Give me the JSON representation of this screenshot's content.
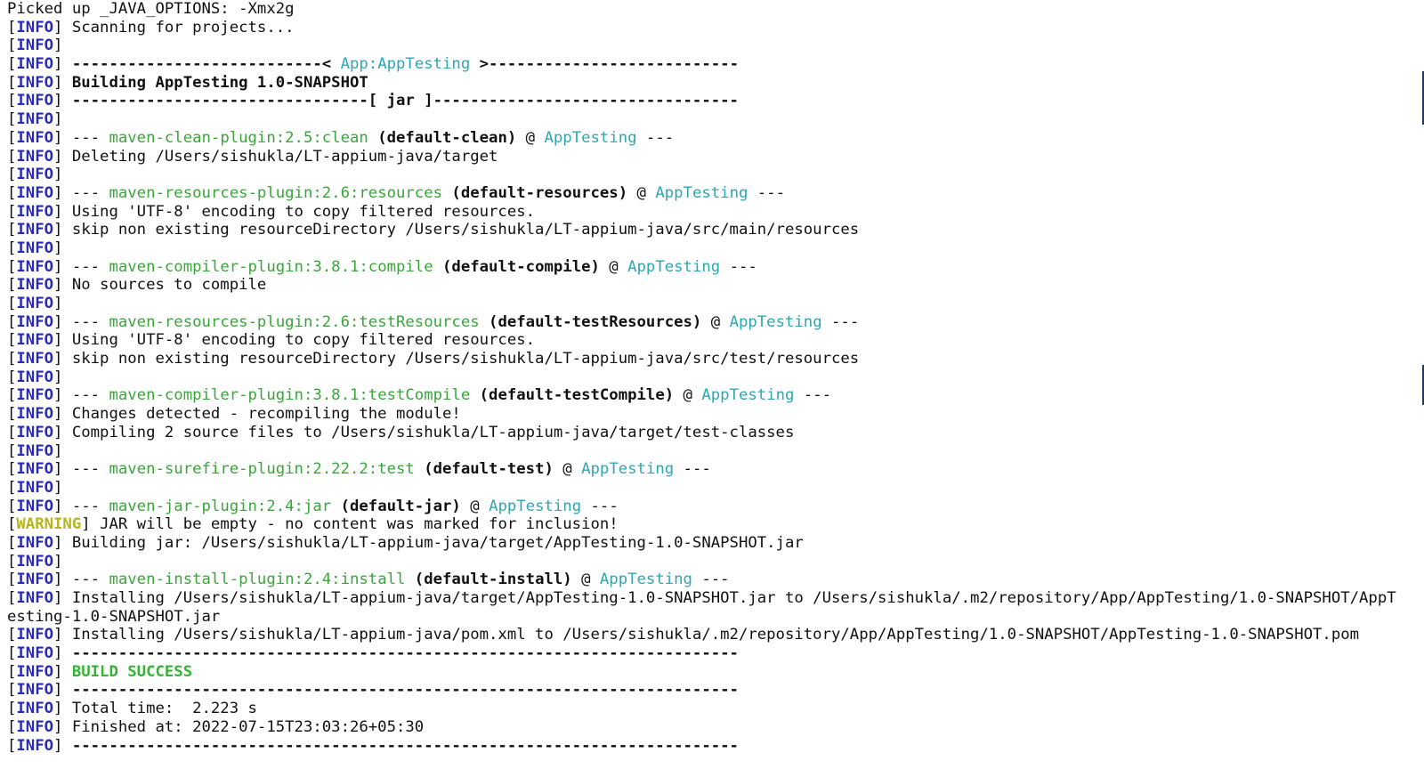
{
  "terminal": {
    "lines": [
      {
        "segs": [
          {
            "c": "plain",
            "t": "Picked up _JAVA_OPTIONS: -Xmx2g"
          }
        ]
      },
      {
        "segs": [
          {
            "c": "bracket",
            "t": "["
          },
          {
            "c": "tag-info",
            "t": "INFO"
          },
          {
            "c": "bracket",
            "t": "] "
          },
          {
            "c": "plain",
            "t": "Scanning for projects..."
          }
        ]
      },
      {
        "segs": [
          {
            "c": "bracket",
            "t": "["
          },
          {
            "c": "tag-info",
            "t": "INFO"
          },
          {
            "c": "bracket",
            "t": "]"
          }
        ]
      },
      {
        "segs": [
          {
            "c": "bracket",
            "t": "["
          },
          {
            "c": "tag-info",
            "t": "INFO"
          },
          {
            "c": "bracket",
            "t": "] "
          },
          {
            "c": "bold",
            "t": "---------------------------< "
          },
          {
            "c": "cyan",
            "t": "App:AppTesting"
          },
          {
            "c": "bold",
            "t": " >---------------------------"
          }
        ]
      },
      {
        "segs": [
          {
            "c": "bracket",
            "t": "["
          },
          {
            "c": "tag-info",
            "t": "INFO"
          },
          {
            "c": "bracket",
            "t": "] "
          },
          {
            "c": "bold",
            "t": "Building AppTesting 1.0-SNAPSHOT"
          }
        ]
      },
      {
        "segs": [
          {
            "c": "bracket",
            "t": "["
          },
          {
            "c": "tag-info",
            "t": "INFO"
          },
          {
            "c": "bracket",
            "t": "] "
          },
          {
            "c": "bold",
            "t": "--------------------------------[ jar ]---------------------------------"
          }
        ]
      },
      {
        "segs": [
          {
            "c": "bracket",
            "t": "["
          },
          {
            "c": "tag-info",
            "t": "INFO"
          },
          {
            "c": "bracket",
            "t": "]"
          }
        ]
      },
      {
        "segs": [
          {
            "c": "bracket",
            "t": "["
          },
          {
            "c": "tag-info",
            "t": "INFO"
          },
          {
            "c": "bracket",
            "t": "] "
          },
          {
            "c": "plain",
            "t": "--- "
          },
          {
            "c": "green",
            "t": "maven-clean-plugin:2.5:clean"
          },
          {
            "c": "bold",
            "t": " (default-clean)"
          },
          {
            "c": "plain",
            "t": " @ "
          },
          {
            "c": "cyan",
            "t": "AppTesting"
          },
          {
            "c": "plain",
            "t": " ---"
          }
        ]
      },
      {
        "segs": [
          {
            "c": "bracket",
            "t": "["
          },
          {
            "c": "tag-info",
            "t": "INFO"
          },
          {
            "c": "bracket",
            "t": "] "
          },
          {
            "c": "plain",
            "t": "Deleting /Users/sishukla/LT-appium-java/target"
          }
        ]
      },
      {
        "segs": [
          {
            "c": "bracket",
            "t": "["
          },
          {
            "c": "tag-info",
            "t": "INFO"
          },
          {
            "c": "bracket",
            "t": "]"
          }
        ]
      },
      {
        "segs": [
          {
            "c": "bracket",
            "t": "["
          },
          {
            "c": "tag-info",
            "t": "INFO"
          },
          {
            "c": "bracket",
            "t": "] "
          },
          {
            "c": "plain",
            "t": "--- "
          },
          {
            "c": "green",
            "t": "maven-resources-plugin:2.6:resources"
          },
          {
            "c": "bold",
            "t": " (default-resources)"
          },
          {
            "c": "plain",
            "t": " @ "
          },
          {
            "c": "cyan",
            "t": "AppTesting"
          },
          {
            "c": "plain",
            "t": " ---"
          }
        ]
      },
      {
        "segs": [
          {
            "c": "bracket",
            "t": "["
          },
          {
            "c": "tag-info",
            "t": "INFO"
          },
          {
            "c": "bracket",
            "t": "] "
          },
          {
            "c": "plain",
            "t": "Using 'UTF-8' encoding to copy filtered resources."
          }
        ]
      },
      {
        "segs": [
          {
            "c": "bracket",
            "t": "["
          },
          {
            "c": "tag-info",
            "t": "INFO"
          },
          {
            "c": "bracket",
            "t": "] "
          },
          {
            "c": "plain",
            "t": "skip non existing resourceDirectory /Users/sishukla/LT-appium-java/src/main/resources"
          }
        ]
      },
      {
        "segs": [
          {
            "c": "bracket",
            "t": "["
          },
          {
            "c": "tag-info",
            "t": "INFO"
          },
          {
            "c": "bracket",
            "t": "]"
          }
        ]
      },
      {
        "segs": [
          {
            "c": "bracket",
            "t": "["
          },
          {
            "c": "tag-info",
            "t": "INFO"
          },
          {
            "c": "bracket",
            "t": "] "
          },
          {
            "c": "plain",
            "t": "--- "
          },
          {
            "c": "green",
            "t": "maven-compiler-plugin:3.8.1:compile"
          },
          {
            "c": "bold",
            "t": " (default-compile)"
          },
          {
            "c": "plain",
            "t": " @ "
          },
          {
            "c": "cyan",
            "t": "AppTesting"
          },
          {
            "c": "plain",
            "t": " ---"
          }
        ]
      },
      {
        "segs": [
          {
            "c": "bracket",
            "t": "["
          },
          {
            "c": "tag-info",
            "t": "INFO"
          },
          {
            "c": "bracket",
            "t": "] "
          },
          {
            "c": "plain",
            "t": "No sources to compile"
          }
        ]
      },
      {
        "segs": [
          {
            "c": "bracket",
            "t": "["
          },
          {
            "c": "tag-info",
            "t": "INFO"
          },
          {
            "c": "bracket",
            "t": "]"
          }
        ]
      },
      {
        "segs": [
          {
            "c": "bracket",
            "t": "["
          },
          {
            "c": "tag-info",
            "t": "INFO"
          },
          {
            "c": "bracket",
            "t": "] "
          },
          {
            "c": "plain",
            "t": "--- "
          },
          {
            "c": "green",
            "t": "maven-resources-plugin:2.6:testResources"
          },
          {
            "c": "bold",
            "t": " (default-testResources)"
          },
          {
            "c": "plain",
            "t": " @ "
          },
          {
            "c": "cyan",
            "t": "AppTesting"
          },
          {
            "c": "plain",
            "t": " ---"
          }
        ]
      },
      {
        "segs": [
          {
            "c": "bracket",
            "t": "["
          },
          {
            "c": "tag-info",
            "t": "INFO"
          },
          {
            "c": "bracket",
            "t": "] "
          },
          {
            "c": "plain",
            "t": "Using 'UTF-8' encoding to copy filtered resources."
          }
        ]
      },
      {
        "segs": [
          {
            "c": "bracket",
            "t": "["
          },
          {
            "c": "tag-info",
            "t": "INFO"
          },
          {
            "c": "bracket",
            "t": "] "
          },
          {
            "c": "plain",
            "t": "skip non existing resourceDirectory /Users/sishukla/LT-appium-java/src/test/resources"
          }
        ]
      },
      {
        "segs": [
          {
            "c": "bracket",
            "t": "["
          },
          {
            "c": "tag-info",
            "t": "INFO"
          },
          {
            "c": "bracket",
            "t": "]"
          }
        ]
      },
      {
        "segs": [
          {
            "c": "bracket",
            "t": "["
          },
          {
            "c": "tag-info",
            "t": "INFO"
          },
          {
            "c": "bracket",
            "t": "] "
          },
          {
            "c": "plain",
            "t": "--- "
          },
          {
            "c": "green",
            "t": "maven-compiler-plugin:3.8.1:testCompile"
          },
          {
            "c": "bold",
            "t": " (default-testCompile)"
          },
          {
            "c": "plain",
            "t": " @ "
          },
          {
            "c": "cyan",
            "t": "AppTesting"
          },
          {
            "c": "plain",
            "t": " ---"
          }
        ]
      },
      {
        "segs": [
          {
            "c": "bracket",
            "t": "["
          },
          {
            "c": "tag-info",
            "t": "INFO"
          },
          {
            "c": "bracket",
            "t": "] "
          },
          {
            "c": "plain",
            "t": "Changes detected - recompiling the module!"
          }
        ]
      },
      {
        "segs": [
          {
            "c": "bracket",
            "t": "["
          },
          {
            "c": "tag-info",
            "t": "INFO"
          },
          {
            "c": "bracket",
            "t": "] "
          },
          {
            "c": "plain",
            "t": "Compiling 2 source files to /Users/sishukla/LT-appium-java/target/test-classes"
          }
        ]
      },
      {
        "segs": [
          {
            "c": "bracket",
            "t": "["
          },
          {
            "c": "tag-info",
            "t": "INFO"
          },
          {
            "c": "bracket",
            "t": "]"
          }
        ]
      },
      {
        "segs": [
          {
            "c": "bracket",
            "t": "["
          },
          {
            "c": "tag-info",
            "t": "INFO"
          },
          {
            "c": "bracket",
            "t": "] "
          },
          {
            "c": "plain",
            "t": "--- "
          },
          {
            "c": "green",
            "t": "maven-surefire-plugin:2.22.2:test"
          },
          {
            "c": "bold",
            "t": " (default-test)"
          },
          {
            "c": "plain",
            "t": " @ "
          },
          {
            "c": "cyan",
            "t": "AppTesting"
          },
          {
            "c": "plain",
            "t": " ---"
          }
        ]
      },
      {
        "segs": [
          {
            "c": "bracket",
            "t": "["
          },
          {
            "c": "tag-info",
            "t": "INFO"
          },
          {
            "c": "bracket",
            "t": "]"
          }
        ]
      },
      {
        "segs": [
          {
            "c": "bracket",
            "t": "["
          },
          {
            "c": "tag-info",
            "t": "INFO"
          },
          {
            "c": "bracket",
            "t": "] "
          },
          {
            "c": "plain",
            "t": "--- "
          },
          {
            "c": "green",
            "t": "maven-jar-plugin:2.4:jar"
          },
          {
            "c": "bold",
            "t": " (default-jar)"
          },
          {
            "c": "plain",
            "t": " @ "
          },
          {
            "c": "cyan",
            "t": "AppTesting"
          },
          {
            "c": "plain",
            "t": " ---"
          }
        ]
      },
      {
        "segs": [
          {
            "c": "bracket",
            "t": "["
          },
          {
            "c": "tag-warn",
            "t": "WARNING"
          },
          {
            "c": "bracket",
            "t": "] "
          },
          {
            "c": "plain",
            "t": "JAR will be empty - no content was marked for inclusion!"
          }
        ]
      },
      {
        "segs": [
          {
            "c": "bracket",
            "t": "["
          },
          {
            "c": "tag-info",
            "t": "INFO"
          },
          {
            "c": "bracket",
            "t": "] "
          },
          {
            "c": "plain",
            "t": "Building jar: /Users/sishukla/LT-appium-java/target/AppTesting-1.0-SNAPSHOT.jar"
          }
        ]
      },
      {
        "segs": [
          {
            "c": "bracket",
            "t": "["
          },
          {
            "c": "tag-info",
            "t": "INFO"
          },
          {
            "c": "bracket",
            "t": "]"
          }
        ]
      },
      {
        "segs": [
          {
            "c": "bracket",
            "t": "["
          },
          {
            "c": "tag-info",
            "t": "INFO"
          },
          {
            "c": "bracket",
            "t": "] "
          },
          {
            "c": "plain",
            "t": "--- "
          },
          {
            "c": "green",
            "t": "maven-install-plugin:2.4:install"
          },
          {
            "c": "bold",
            "t": " (default-install)"
          },
          {
            "c": "plain",
            "t": " @ "
          },
          {
            "c": "cyan",
            "t": "AppTesting"
          },
          {
            "c": "plain",
            "t": " ---"
          }
        ]
      },
      {
        "segs": [
          {
            "c": "bracket",
            "t": "["
          },
          {
            "c": "tag-info",
            "t": "INFO"
          },
          {
            "c": "bracket",
            "t": "] "
          },
          {
            "c": "plain",
            "t": "Installing /Users/sishukla/LT-appium-java/target/AppTesting-1.0-SNAPSHOT.jar to /Users/sishukla/.m2/repository/App/AppTesting/1.0-SNAPSHOT/AppT"
          }
        ]
      },
      {
        "segs": [
          {
            "c": "plain",
            "t": "esting-1.0-SNAPSHOT.jar"
          }
        ]
      },
      {
        "segs": [
          {
            "c": "bracket",
            "t": "["
          },
          {
            "c": "tag-info",
            "t": "INFO"
          },
          {
            "c": "bracket",
            "t": "] "
          },
          {
            "c": "plain",
            "t": "Installing /Users/sishukla/LT-appium-java/pom.xml to /Users/sishukla/.m2/repository/App/AppTesting/1.0-SNAPSHOT/AppTesting-1.0-SNAPSHOT.pom"
          }
        ]
      },
      {
        "segs": [
          {
            "c": "bracket",
            "t": "["
          },
          {
            "c": "tag-info",
            "t": "INFO"
          },
          {
            "c": "bracket",
            "t": "] "
          },
          {
            "c": "bold",
            "t": "------------------------------------------------------------------------"
          }
        ]
      },
      {
        "segs": [
          {
            "c": "bracket",
            "t": "["
          },
          {
            "c": "tag-info",
            "t": "INFO"
          },
          {
            "c": "bracket",
            "t": "] "
          },
          {
            "c": "success",
            "t": "BUILD SUCCESS"
          }
        ]
      },
      {
        "segs": [
          {
            "c": "bracket",
            "t": "["
          },
          {
            "c": "tag-info",
            "t": "INFO"
          },
          {
            "c": "bracket",
            "t": "] "
          },
          {
            "c": "bold",
            "t": "------------------------------------------------------------------------"
          }
        ]
      },
      {
        "segs": [
          {
            "c": "bracket",
            "t": "["
          },
          {
            "c": "tag-info",
            "t": "INFO"
          },
          {
            "c": "bracket",
            "t": "] "
          },
          {
            "c": "plain",
            "t": "Total time:  2.223 s"
          }
        ]
      },
      {
        "segs": [
          {
            "c": "bracket",
            "t": "["
          },
          {
            "c": "tag-info",
            "t": "INFO"
          },
          {
            "c": "bracket",
            "t": "] "
          },
          {
            "c": "plain",
            "t": "Finished at: 2022-07-15T23:03:26+05:30"
          }
        ]
      },
      {
        "segs": [
          {
            "c": "bracket",
            "t": "["
          },
          {
            "c": "tag-info",
            "t": "INFO"
          },
          {
            "c": "bracket",
            "t": "] "
          },
          {
            "c": "bold",
            "t": "------------------------------------------------------------------------"
          }
        ]
      }
    ]
  },
  "colors": {
    "background": "#ffffff",
    "text": "#111111",
    "info_tag": "#2a2ab8",
    "warning_tag": "#b5b51f",
    "plugin_name": "#3aa63a",
    "project_name": "#2ea7b3",
    "build_success": "#33b533"
  }
}
